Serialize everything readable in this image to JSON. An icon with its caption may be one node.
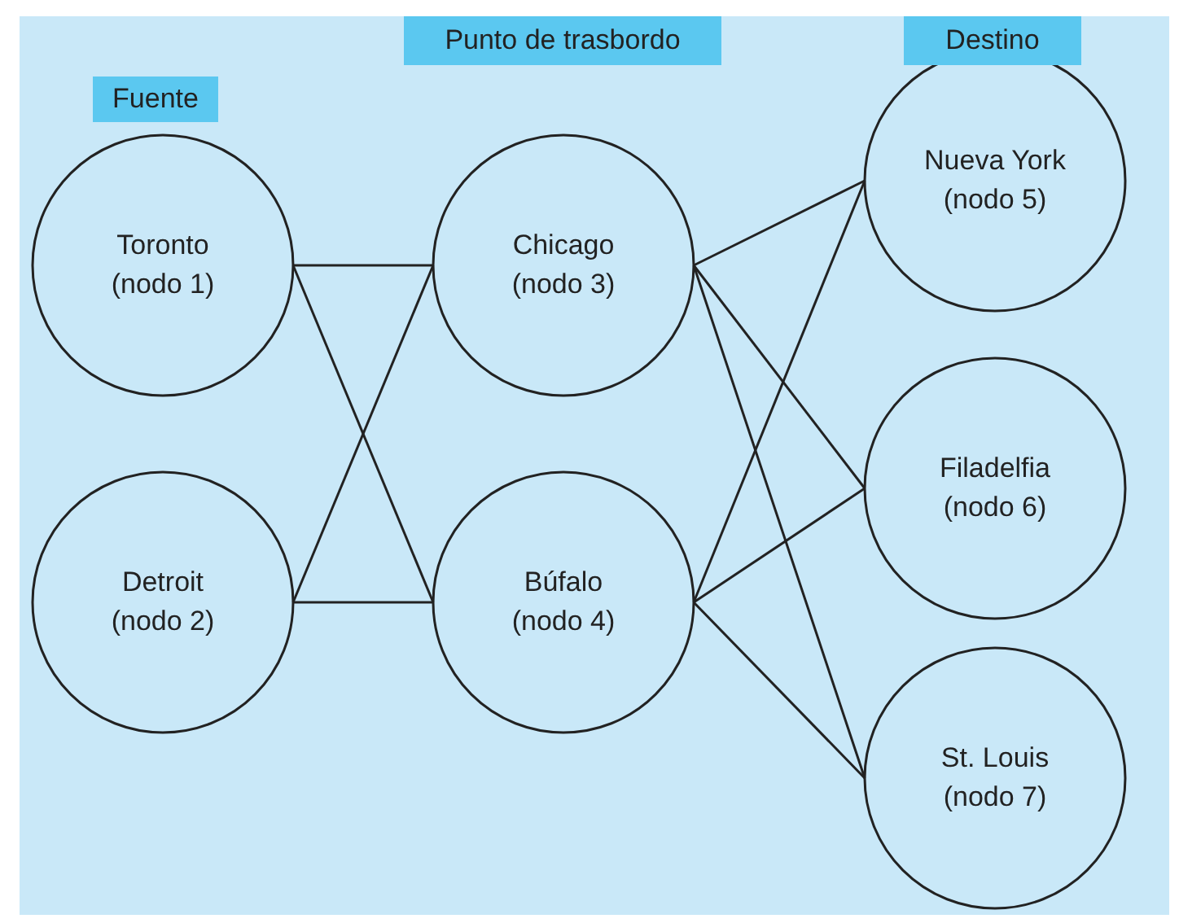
{
  "diagram": {
    "nodes": [
      {
        "text": [
          "Toronto (nodo 1)"
        ]
      },
      {
        "text": [
          "Detroit (nodo 2)"
        ]
      },
      {
        "text": [
          "Chicago (nodo 3)"
        ]
      },
      {
        "text": [
          "Búfalo (nodo 4)"
        ]
      },
      {
        "text": [
          "Nueva York (nodo 5)"
        ]
      },
      {
        "text": [
          "Filadelfia (nodo 6)"
        ]
      },
      {
        "text": [
          "St. Louis (nodo 7)"
        ]
      }
    ],
    "edges": [
      {
        "from": 0,
        "to": 2,
        "arrow": "none"
      },
      {
        "from": 0,
        "to": 3,
        "arrow": "none"
      },
      {
        "from": 1,
        "to": 2,
        "arrow": "none"
      },
      {
        "from": 1,
        "to": 3,
        "arrow": "none"
      },
      {
        "from": 2,
        "to": 4,
        "arrow": "none"
      },
      {
        "from": 2,
        "to": 5,
        "arrow": "none"
      },
      {
        "from": 2,
        "to": 6,
        "arrow": "none"
      },
      {
        "from": 3,
        "to": 4,
        "arrow": "none"
      },
      {
        "from": 3,
        "to": 5,
        "arrow": "none"
      },
      {
        "from": 3,
        "to": 6,
        "arrow": "none"
      }
    ],
    "labels": [
      "Punto de trasbordo",
      "Destino",
      "Fuente"
    ]
  }
}
